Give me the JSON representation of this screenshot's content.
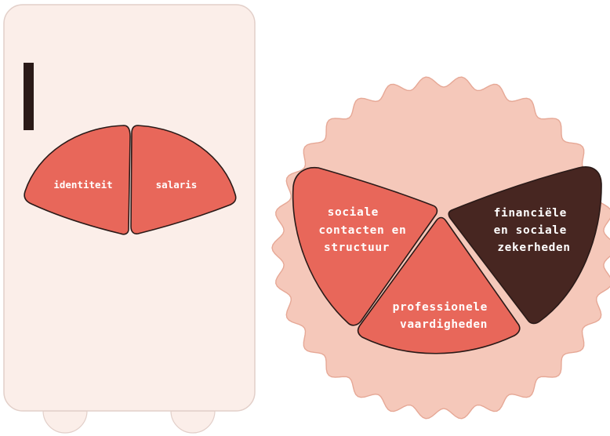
{
  "colors": {
    "fridge_body": "#fbeee9",
    "fridge_outline": "#e2cfc9",
    "handle": "#2a1a18",
    "segment_coral": "#e8675a",
    "segment_dark": "#472621",
    "outline": "#2a1a18",
    "badge_fill": "#f5c8ba",
    "badge_outline": "#e6a896",
    "label_text": "#ffffff"
  },
  "left_figure": {
    "segments": [
      {
        "label": "identiteit",
        "color": "coral"
      },
      {
        "label": "salaris",
        "color": "coral"
      }
    ]
  },
  "right_figure": {
    "segments": [
      {
        "label": [
          "sociale",
          "contacten en",
          "structuur"
        ],
        "color": "coral"
      },
      {
        "label": [
          "financiële",
          "en sociale",
          "zekerheden"
        ],
        "color": "dark"
      },
      {
        "label": [
          "professionele",
          "vaardigheden"
        ],
        "color": "coral"
      }
    ]
  }
}
